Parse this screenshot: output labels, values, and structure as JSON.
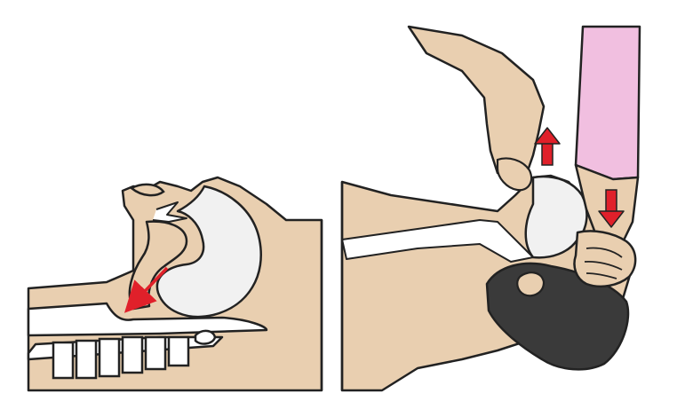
{
  "figure": {
    "panels": [
      {
        "id": "left",
        "subject": "airway-cross-section-obstructed"
      },
      {
        "id": "right",
        "subject": "head-tilt-chin-lift-manoeuvre"
      }
    ],
    "colors": {
      "skin": "#e9cfb0",
      "skin_shadow": "#d9b995",
      "outline": "#222222",
      "tissue": "#f1f1f1",
      "tissue_shadow": "#d6d6d6",
      "arrow_red": "#e0202a",
      "sleeve_pink": "#f1bfe0",
      "hair": "#3a3a3a",
      "background": "#ffffff"
    },
    "icons": [
      "arrow-up-icon",
      "arrow-down-icon",
      "diagonal-arrow-icon"
    ]
  }
}
